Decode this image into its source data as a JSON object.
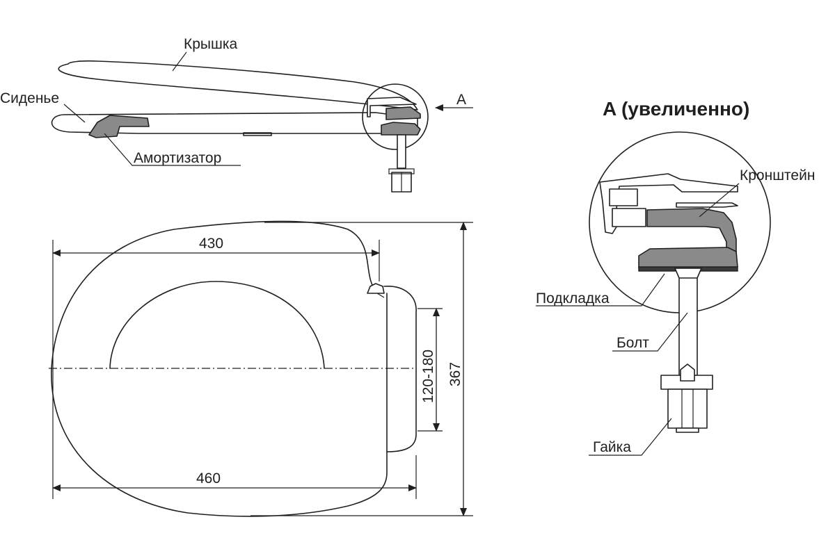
{
  "side_view": {
    "label_lid": "Крышка",
    "label_seat": "Сиденье",
    "label_damper": "Амортизатор",
    "label_view_marker": "A"
  },
  "detail_view": {
    "title": "A (увеличенно)",
    "label_bracket": "Кронштейн",
    "label_gasket": "Подкладка",
    "label_bolt": "Болт",
    "label_nut": "Гайка"
  },
  "top_view": {
    "dim_width_upper": "430",
    "dim_width_lower": "460",
    "dim_mount_range": "120-180",
    "dim_length": "367"
  },
  "colors": {
    "line": "#1f1f1f",
    "part_fill": "#8a8a8a",
    "background": "#ffffff"
  }
}
